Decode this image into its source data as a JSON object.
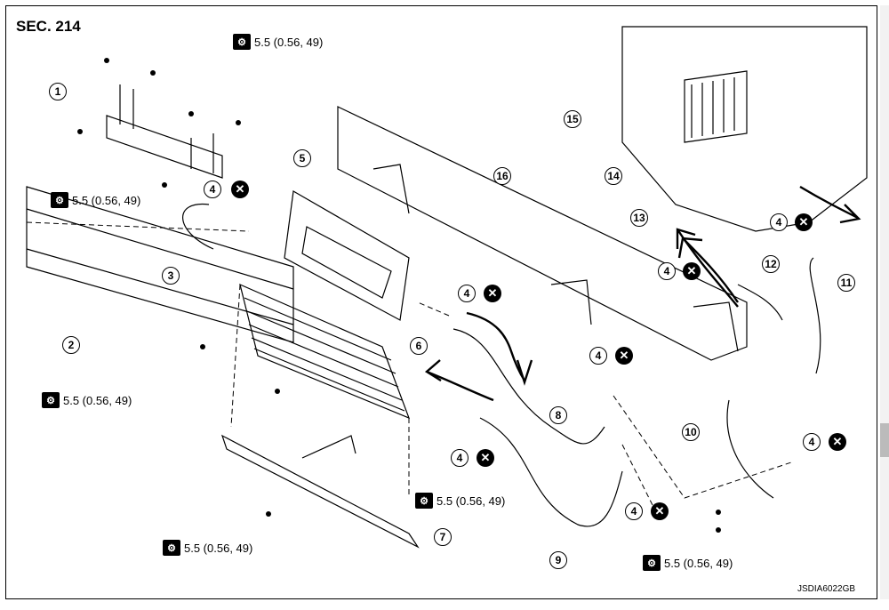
{
  "section_title": "SEC. 214",
  "image_code": "JSDIA6022GB",
  "torque_spec": "5.5 (0.56, 49)",
  "callouts": {
    "c1": "1",
    "c2": "2",
    "c3": "3",
    "c4a": "4",
    "c4b": "4",
    "c4c": "4",
    "c4d": "4",
    "c4e": "4",
    "c4f": "4",
    "c4g": "4",
    "c5": "5",
    "c6": "6",
    "c7": "7",
    "c8": "8",
    "c9": "9",
    "c10": "10",
    "c11": "11",
    "c12": "12",
    "c13": "13",
    "c14": "14",
    "c15": "15",
    "c16": "16"
  },
  "icons": {
    "torque": "torque-wrench-icon",
    "replace": "do-not-reuse-icon"
  }
}
